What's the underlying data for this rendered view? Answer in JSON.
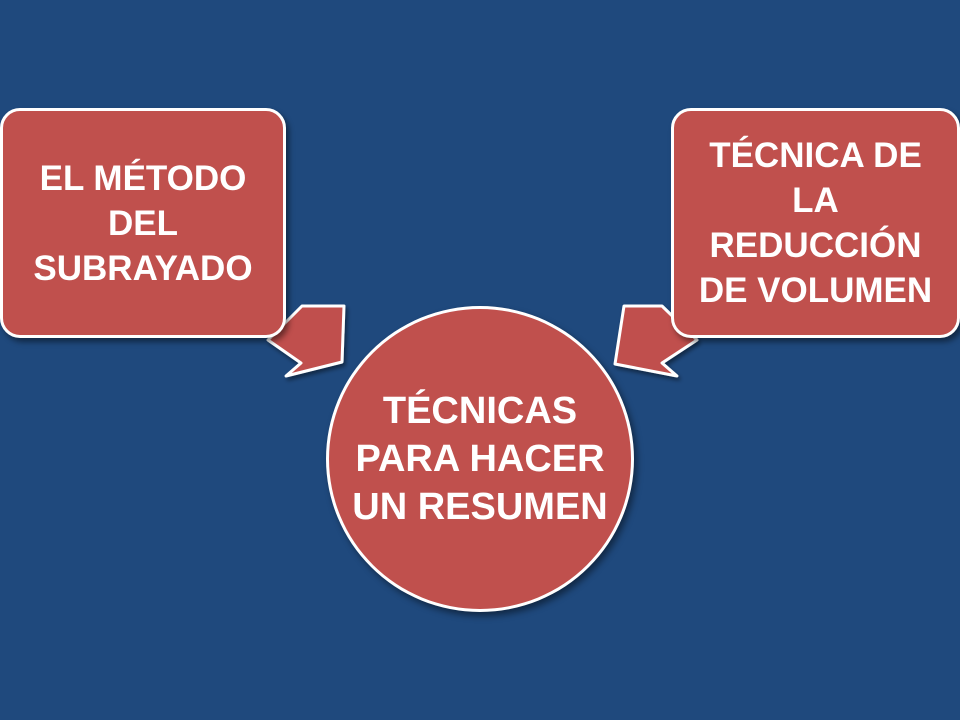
{
  "diagram": {
    "center": {
      "label": "TÉCNICAS PARA HACER UN RESUMEN"
    },
    "nodes": [
      {
        "id": "left",
        "label": "EL MÉTODO DEL SUBRAYADO"
      },
      {
        "id": "right",
        "label": "TÉCNICA DE LA REDUCCIÓN DE VOLUMEN"
      }
    ]
  },
  "colors": {
    "background": "#1f497d",
    "shape_fill": "#c0504d",
    "shape_border": "#ffffff",
    "text": "#ffffff"
  }
}
